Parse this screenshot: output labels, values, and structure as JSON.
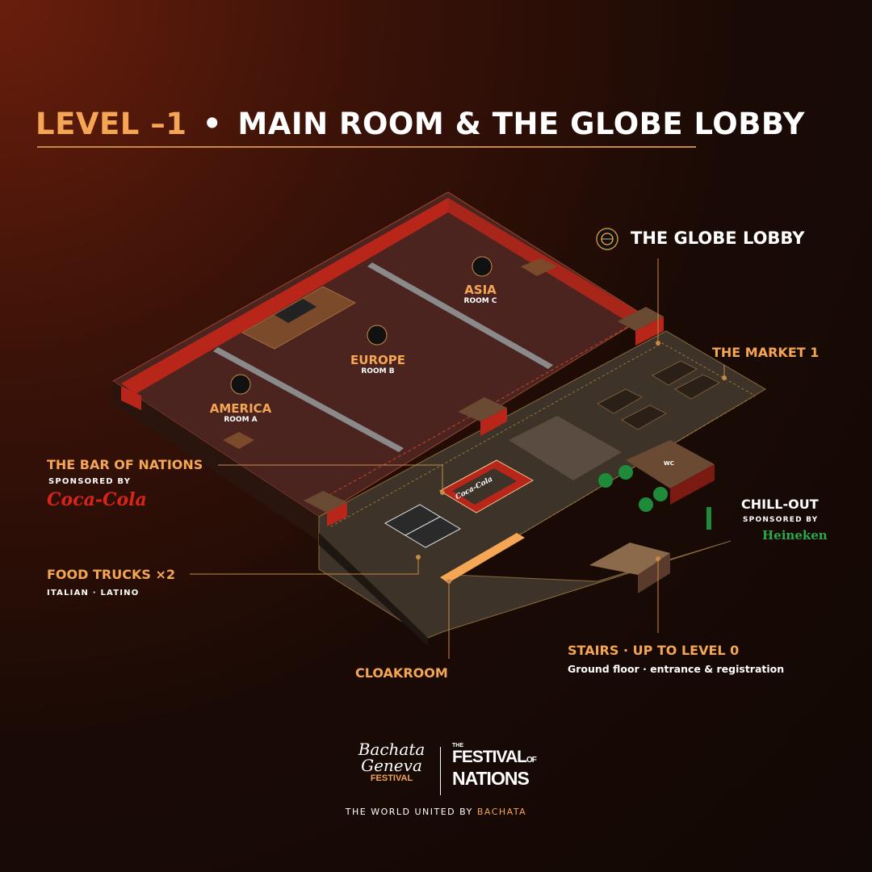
{
  "title": {
    "level": "LEVEL –1",
    "separator": "•",
    "name": "MAIN ROOM & THE GLOBE LOBBY"
  },
  "rooms": [
    {
      "name": "AMERICA",
      "sub": "ROOM A",
      "icon": "americas-globe-icon"
    },
    {
      "name": "EUROPE",
      "sub": "ROOM B",
      "icon": "europe-map-icon"
    },
    {
      "name": "ASIA",
      "sub": "ROOM C",
      "icon": "asia-map-icon"
    }
  ],
  "labels": {
    "globe_lobby": "THE GLOBE LOBBY",
    "market": "THE MARKET 1",
    "bar": "THE BAR OF NATIONS",
    "bar_sponsor_prefix": "SPONSORED BY",
    "bar_sponsor": "Coca-Cola",
    "chill": "CHILL-OUT",
    "chill_sponsor_prefix": "SPONSORED BY",
    "chill_sponsor": "Heineken",
    "food": "FOOD TRUCKS ×2",
    "food_sub": "ITALIAN · LATINO",
    "stairs": "STAIRS · UP TO LEVEL 0",
    "stairs_sub": "Ground floor · entrance & registration",
    "cloakroom": "CLOAKROOM",
    "bar_sign": "Coca-Cola",
    "wc": "WC"
  },
  "footer": {
    "logo_line1": "Bachata",
    "logo_line2": "Geneva",
    "logo_line3": "FESTIVAL",
    "logo2_the": "THE",
    "logo2_line1": "FESTIVAL",
    "logo2_of": "OF",
    "logo2_line2": "NATIONS",
    "tagline_a": "THE WORLD UNITED BY",
    "tagline_b": "BACHATA"
  },
  "colors": {
    "accent": "#f4a654",
    "wall_red": "#b8261a",
    "floor": "#4a2a22",
    "green": "#1e8a3a"
  }
}
